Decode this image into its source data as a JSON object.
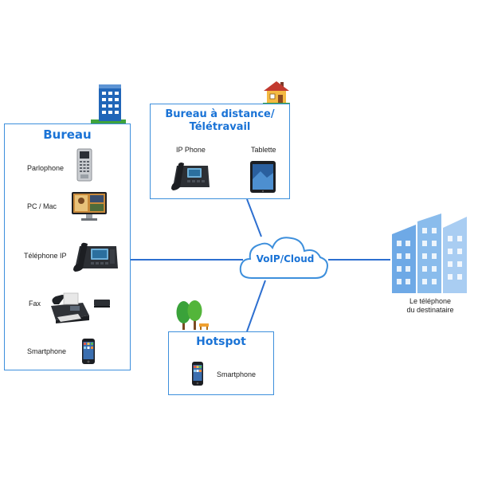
{
  "office": {
    "title": "Bureau",
    "items": [
      "Parlophone",
      "PC / Mac",
      "Téléphone IP",
      "Fax",
      "Smartphone"
    ]
  },
  "remote": {
    "title_line1": "Bureau à distance/",
    "title_line2": "Télétravail",
    "items": [
      "IP Phone",
      "Tablette"
    ]
  },
  "cloud": {
    "label": "VoIP/Cloud"
  },
  "hotspot": {
    "title": "Hotspot",
    "items": [
      "Smartphone"
    ]
  },
  "destination": {
    "line1": "Le téléphone",
    "line2": "du destinataire"
  },
  "colors": {
    "accent": "#1a73d6",
    "line": "#2d6fd0",
    "border": "#3d8fdc"
  },
  "icons": [
    "office-building-icon",
    "house-icon",
    "trees-icon",
    "cloud-icon",
    "door-phone-icon",
    "computer-icon",
    "ip-phone-icon",
    "fax-icon",
    "smartphone-icon",
    "tablet-icon",
    "city-buildings-icon"
  ]
}
